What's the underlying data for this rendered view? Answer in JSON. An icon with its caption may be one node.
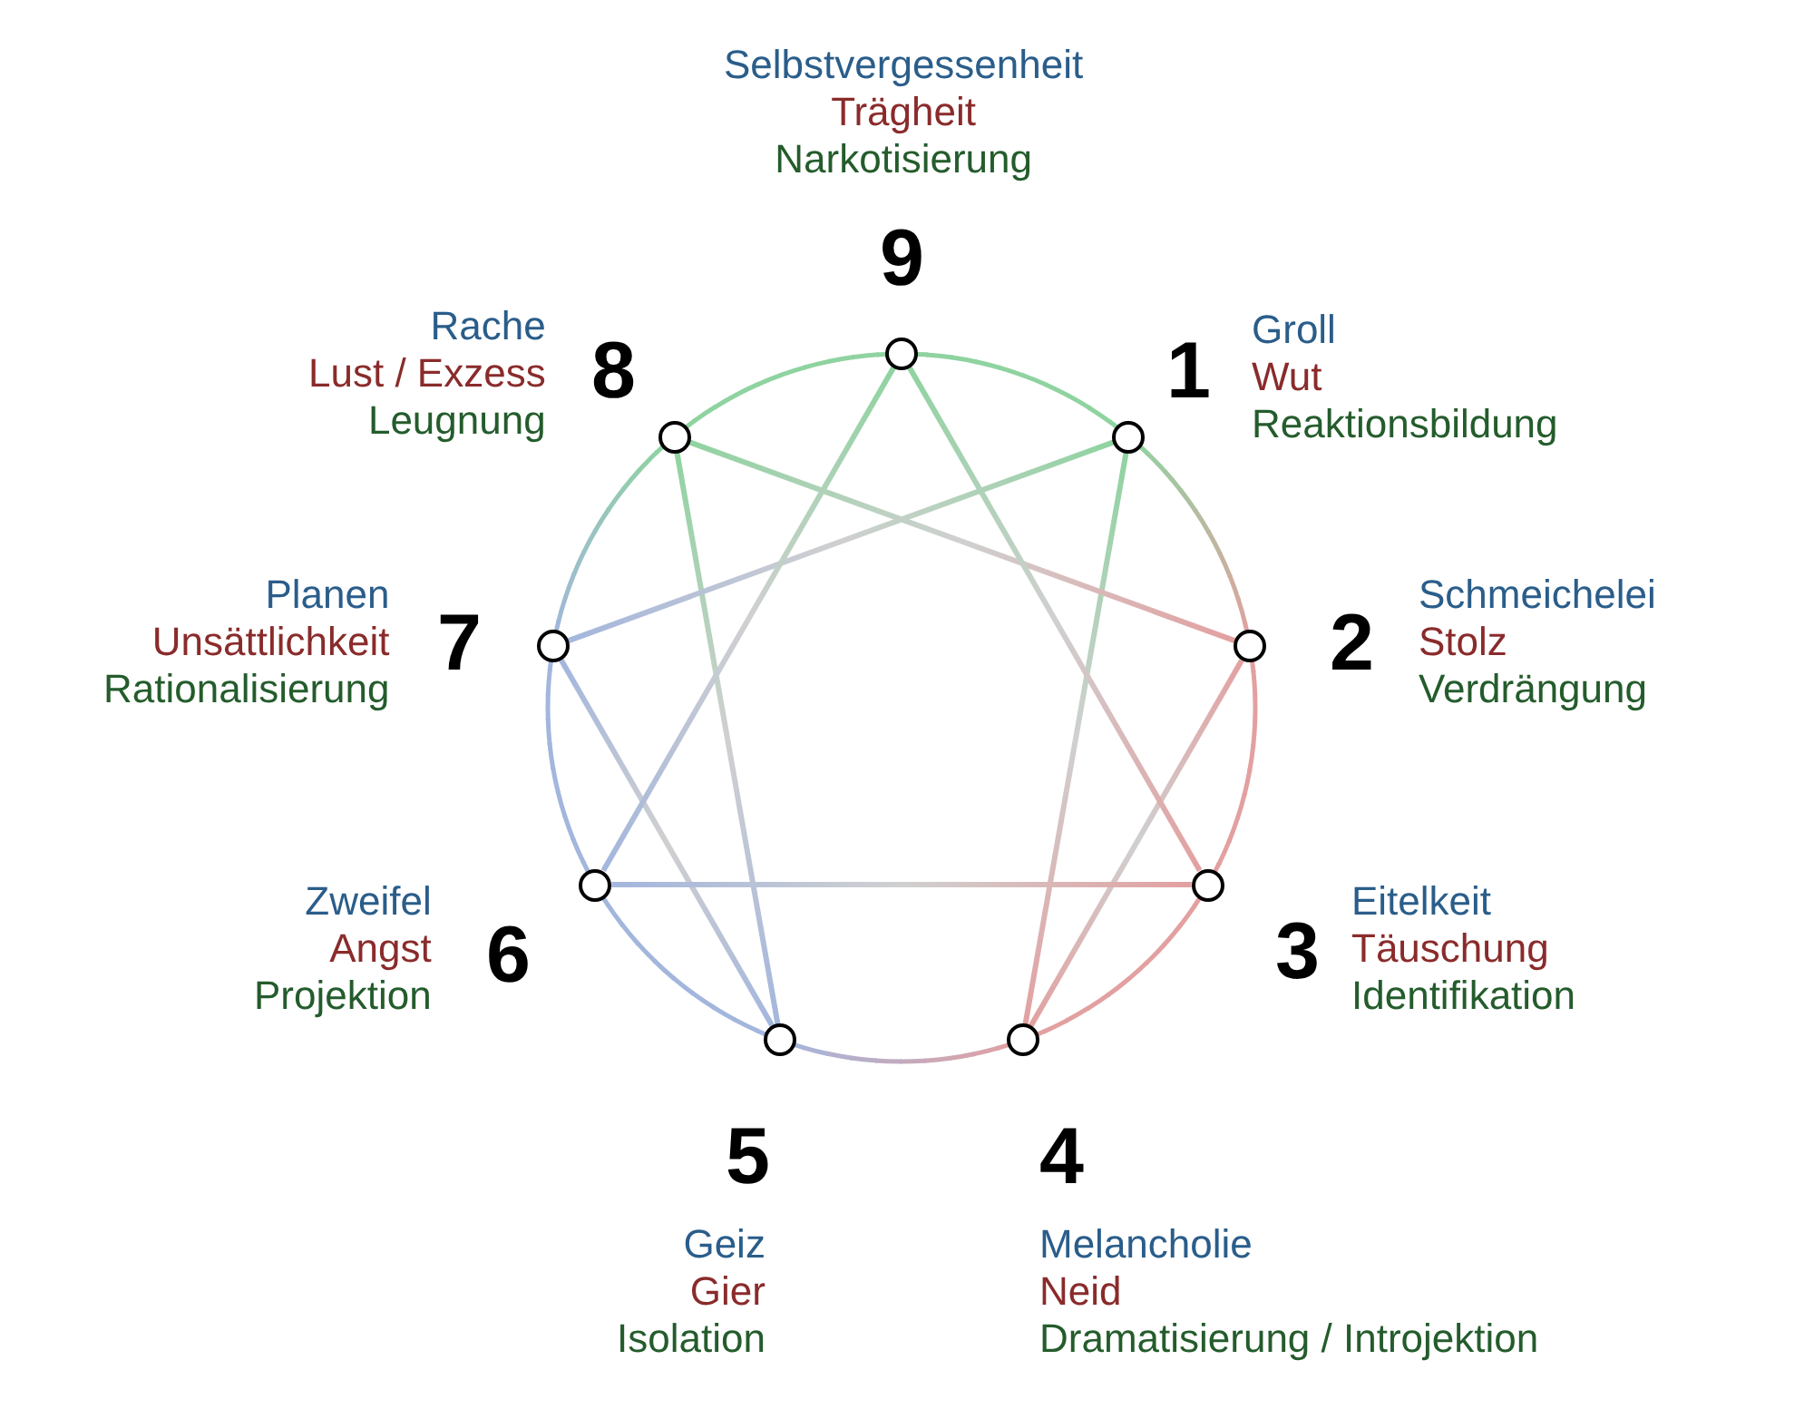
{
  "diagram": {
    "nodes": [
      {
        "text": [],
        "shape": "circle",
        "beside": [
          "9",
          "Selbstvergessenheit",
          "Trägheit",
          "Narkotisierung"
        ]
      },
      {
        "text": [],
        "shape": "circle",
        "beside": [
          "1",
          "Groll",
          "Wut",
          "Reaktionsbildung"
        ]
      },
      {
        "text": [],
        "shape": "circle",
        "beside": [
          "2",
          "Schmeichelei",
          "Stolz",
          "Verdrängung"
        ]
      },
      {
        "text": [],
        "shape": "circle",
        "beside": [
          "3",
          "Eitelkeit",
          "Täuschung",
          "Identifikation"
        ]
      },
      {
        "text": [],
        "shape": "circle",
        "beside": [
          "4",
          "Melancholie",
          "Neid",
          "Dramatisierung / Introjektion"
        ]
      },
      {
        "text": [],
        "shape": "circle",
        "beside": [
          "5",
          "Geiz",
          "Gier",
          "Isolation"
        ]
      },
      {
        "text": [],
        "shape": "circle",
        "beside": [
          "6",
          "Zweifel",
          "Angst",
          "Projektion"
        ]
      },
      {
        "text": [],
        "shape": "circle",
        "beside": [
          "7",
          "Planen",
          "Unsättlichkeit",
          "Rationalisierung"
        ]
      },
      {
        "text": [],
        "shape": "circle",
        "beside": [
          "8",
          "Rache",
          "Lust / Exzess",
          "Leugnung"
        ]
      }
    ],
    "edges": [
      {
        "from": 1,
        "to": 4,
        "arrow": "none"
      },
      {
        "from": 4,
        "to": 2,
        "arrow": "none"
      },
      {
        "from": 2,
        "to": 8,
        "arrow": "none"
      },
      {
        "from": 8,
        "to": 5,
        "arrow": "none"
      },
      {
        "from": 5,
        "to": 7,
        "arrow": "none"
      },
      {
        "from": 7,
        "to": 1,
        "arrow": "none"
      },
      {
        "from": 0,
        "to": 3,
        "arrow": "none"
      },
      {
        "from": 3,
        "to": 6,
        "arrow": "none"
      },
      {
        "from": 6,
        "to": 0,
        "arrow": "none"
      }
    ]
  }
}
